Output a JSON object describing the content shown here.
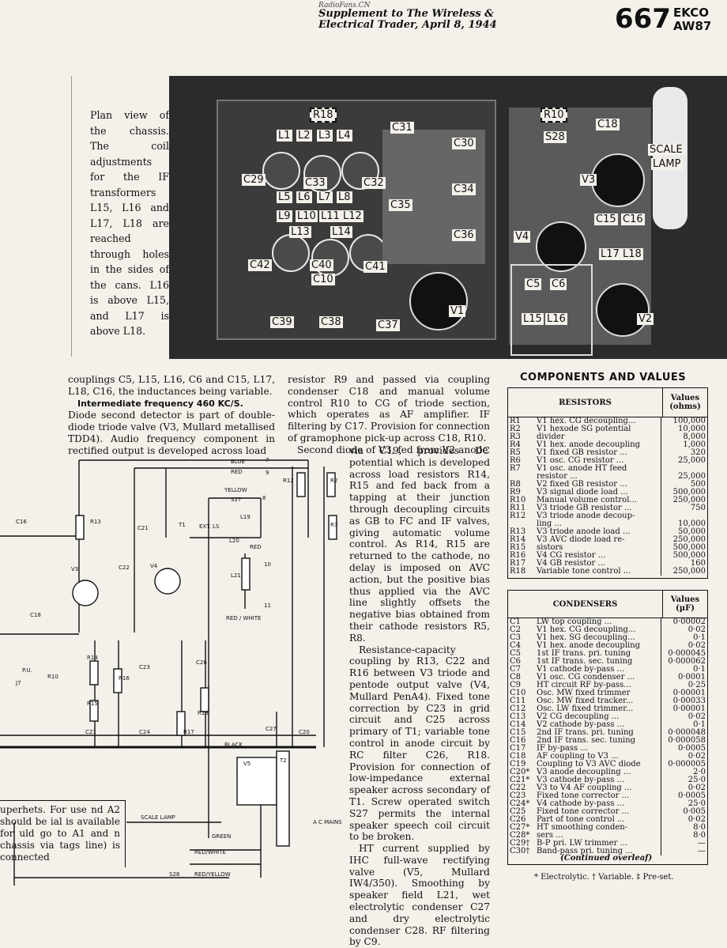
{
  "header": {
    "watermark": "RadioFans.CN",
    "line1": "Supplement to The Wireless &",
    "line2": "Electrical Trader, April 8, 1944",
    "page_number": "667",
    "make": "EKCO",
    "model": "AW87"
  },
  "caption": "Plan view of the chassis. The coil adjustments for the IF transformers L15, L16 and L17, L18 are reached through holes in the sides of the cans. L16 is above L15, and L17 is above L18.",
  "photo_labels": {
    "r18": "R18",
    "r10": "R10",
    "c18": "C18",
    "s28": "S28",
    "scale": "SCALE",
    "lamp": "LAMP",
    "l1": "L1",
    "l2": "L2",
    "l3": "L3",
    "l4": "L4",
    "c31": "C31",
    "c30": "C30",
    "c29": "C29",
    "c33": "C33",
    "c32": "C32",
    "l5": "L5",
    "l6": "L6",
    "l7": "L7",
    "l8": "L8",
    "c34": "C34",
    "c35": "C35",
    "v3": "V3",
    "l9": "L9",
    "l10": "L10",
    "l11": "L11",
    "l12": "L12",
    "l13": "L13",
    "l14": "L14",
    "c36": "C36",
    "v4": "V4",
    "c15": "C15",
    "c16": "C16",
    "c42": "C42",
    "c40": "C40",
    "c41": "C41",
    "l17": "L17",
    "l18": "L18",
    "c10": "C10",
    "c5": "C5",
    "c6": "C6",
    "v1": "V1",
    "c39": "C39",
    "c38": "C38",
    "c37": "C37",
    "l15": "L15",
    "l16": "L16",
    "v2": "V2"
  },
  "col1_top": "couplings C5, L15, L16, C6 and C15, L17, L18, C16, the inductances being variable.",
  "if_freq": "Intermediate frequency 460 KC/S.",
  "col1_diode": "Diode second detector is part of double-diode triode valve (V3, Mullard metallised TDD4). Audio frequency component in rectified output is developed across load",
  "col2_top": "resistor R9 and passed via coupling condenser C18 and manual volume control R10 to CG of triode section, which operates as AF amplifier. IF filtering by C17. Provision for connection of gramophone pick-up across C18, R10.",
  "col2_second": "Second diode of V3, fed from V2 anode",
  "col_mid": "via C19, provides DC potential which is developed across load resistors R14, R15 and fed back from a tapping at their junction through decoupling circuits as GB to FC and IF valves, giving automatic volume control. As R14, R15 are returned to the cathode, no delay is imposed on AVC action, but the positive bias thus applied via the AVC line slightly offsets the negative bias obtained from their cathode resistors R5, R8.",
  "col_mid2": "Resistance-capacity coupling by R13, C22 and R16 between V3 triode and pentode output valve (V4, Mullard PenA4). Fixed tone correction by C23 in grid circuit and C25 across primary of T1; variable tone control in anode circuit by RC filter C26, R18. Provision for connection of low-impedance external speaker across secondary of T1. Screw operated switch S27 permits the internal speaker speech coil circuit to be broken.",
  "col_mid3": "HT current supplied by IHC full-wave rectifying valve (V5, Mullard IW4/350). Smoothing by speaker field L21, wet electrolytic condenser C27 and dry electrolytic condenser C28. RF filtering by C9.",
  "box_text": "uperhets. For use nd A2 should be ial is available for uld go to A1 and n chassis via tags line) is connected",
  "schematic_labels": {
    "blue": "BLUE",
    "red": "RED",
    "yellow": "YELLOW",
    "s27": "S27",
    "ext_ls": "EXT. LS",
    "l19": "L19",
    "l20": "L20",
    "red2": "RED",
    "l21": "L21",
    "red_white": "RED / WHITE",
    "black": "BLACK",
    "green": "GREEN",
    "red_white2": "RED/WHITE",
    "red_yellow": "RED/YELLOW",
    "scale_lamp": "SCALE LAMP",
    "ac_mains": "A C MAINS",
    "s28": "S28",
    "c16": "C16",
    "r13": "R13",
    "c21": "C21",
    "t1": "T1",
    "v3": "V3",
    "v4": "V4",
    "c22": "C22",
    "c18": "C18",
    "pu": "P.U.",
    "r10": "R10",
    "j7": "J7",
    "r14": "R14",
    "r16": "R16",
    "c23": "C23",
    "r15": "R15",
    "r17": "R17",
    "c24": "C24",
    "c21b": "C21",
    "c26": "C26",
    "r18": "R18",
    "c27": "C27",
    "c20": "C20",
    "v5": "V5",
    "t2": "T2",
    "r12": "R12",
    "r2": "R2",
    "r3": "R3",
    "n7": "7",
    "n9": "9",
    "n8": "8",
    "n10": "10",
    "n11": "11"
  },
  "components": {
    "title": "COMPONENTS AND VALUES",
    "resistors_header": "RESISTORS",
    "values_header": "Values (ohms)",
    "resistors": [
      [
        "R1",
        "V1 hex. CG decoupling...",
        "100,000"
      ],
      [
        "R2",
        "V1 hexode SG potential",
        "10,000"
      ],
      [
        "R3",
        "divider",
        "8,000"
      ],
      [
        "R4",
        "V1 hex. anode decoupling",
        "1,000"
      ],
      [
        "R5",
        "V1 fixed GB resistor ...",
        "320"
      ],
      [
        "R6",
        "V1 osc. CG resistor ...",
        "25,000"
      ],
      [
        "R7",
        "V1 osc. anode HT feed",
        ""
      ],
      [
        "",
        "resistor ...",
        "25,000"
      ],
      [
        "R8",
        "V2 fixed GB resistor ...",
        "500"
      ],
      [
        "R9",
        "V3 signal diode load ...",
        "500,000"
      ],
      [
        "R10",
        "Manual volume control...",
        "250,000"
      ],
      [
        "R11",
        "V3 triode GB resistor ...",
        "750"
      ],
      [
        "R12",
        "V3 triode anode decoup-",
        ""
      ],
      [
        "",
        "ling ...",
        "10,000"
      ],
      [
        "R13",
        "V3 triode anode load ...",
        "50,000"
      ],
      [
        "R14",
        "V3 AVC diode load re-",
        "250,000"
      ],
      [
        "R15",
        "sistors",
        "500,000"
      ],
      [
        "R16",
        "V4 CG resistor ...",
        "500,000"
      ],
      [
        "R17",
        "V4 GB resistor ...",
        "160"
      ],
      [
        "R18",
        "Variable tone control ...",
        "250,000"
      ]
    ],
    "condensers_header": "CONDENSERS",
    "cvalues_header": "Values (µF)",
    "condensers": [
      [
        "C1",
        "LW top coupling ...",
        "0·00002"
      ],
      [
        "C2",
        "V1 hex. CG decoupling...",
        "0·02"
      ],
      [
        "C3",
        "V1 hex. SG decoupling...",
        "0·1"
      ],
      [
        "C4",
        "V1 hex. anode decoupling",
        "0·02"
      ],
      [
        "C5",
        "1st IF trans. pri. tuning",
        "0·000045"
      ],
      [
        "C6",
        "1st IF trans. sec. tuning",
        "0·000062"
      ],
      [
        "C7",
        "V1 cathode by-pass ...",
        "0·1"
      ],
      [
        "C8",
        "V1 osc. CG condenser ...",
        "0·0001"
      ],
      [
        "C9",
        "HT circuit RF by-pass...",
        "0·25"
      ],
      [
        "C10",
        "Osc. MW fixed trimmer",
        "0·00001"
      ],
      [
        "C11",
        "Osc. MW fixed tracker...",
        "0·00033"
      ],
      [
        "C12",
        "Osc. LW fixed trimmer...",
        "0·00001"
      ],
      [
        "C13",
        "V2 CG decoupling ...",
        "0·02"
      ],
      [
        "C14",
        "V2 cathode by-pass ...",
        "0·1"
      ],
      [
        "C15",
        "2nd IF trans. pri. tuning",
        "0·000048"
      ],
      [
        "C16",
        "2nd IF trans. sec. tuning",
        "0·000058"
      ],
      [
        "C17",
        "IF by-pass ...",
        "0·0005"
      ],
      [
        "C18",
        "AF coupling to V3 ...",
        "0·02"
      ],
      [
        "C19",
        "Coupling to V3 AVC diode",
        "0·000005"
      ],
      [
        "C20*",
        "V3 anode decoupling ...",
        "2·0"
      ],
      [
        "C21*",
        "V3 cathode by-pass ...",
        "25·0"
      ],
      [
        "C22",
        "V3 to V4 AF coupling ...",
        "0·02"
      ],
      [
        "C23",
        "Fixed tone corrector ...",
        "0·0005"
      ],
      [
        "C24*",
        "V4 cathode by-pass ...",
        "25·0"
      ],
      [
        "C25",
        "Fixed tone corrector ...",
        "0·005"
      ],
      [
        "C26",
        "Part of tone control ...",
        "0·02"
      ],
      [
        "C27*",
        "HT smoothing conden-",
        "8·0"
      ],
      [
        "C28*",
        "sers ...",
        "8·0"
      ],
      [
        "C29†",
        "B-P pri. LW trimmer ...",
        "—"
      ],
      [
        "C30†",
        "Band-pass pri. tuning ...",
        "—"
      ]
    ],
    "continued": "(Continued overleaf)",
    "footnote": "* Electrolytic.  † Variable.  ‡ Pre-set."
  }
}
